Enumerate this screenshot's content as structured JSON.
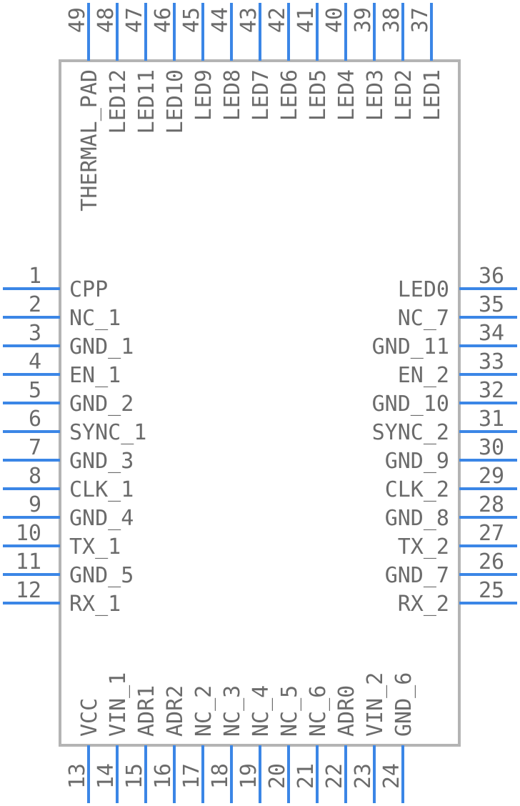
{
  "colors": {
    "pin": "#3b86e6",
    "body": "#b4b4b4",
    "text": "#6b6b6b"
  },
  "pins": {
    "left": [
      {
        "num": "1",
        "name": "CPP"
      },
      {
        "num": "2",
        "name": "NC_1"
      },
      {
        "num": "3",
        "name": "GND_1"
      },
      {
        "num": "4",
        "name": "EN_1"
      },
      {
        "num": "5",
        "name": "GND_2"
      },
      {
        "num": "6",
        "name": "SYNC_1"
      },
      {
        "num": "7",
        "name": "GND_3"
      },
      {
        "num": "8",
        "name": "CLK_1"
      },
      {
        "num": "9",
        "name": "GND_4"
      },
      {
        "num": "10",
        "name": "TX_1"
      },
      {
        "num": "11",
        "name": "GND_5"
      },
      {
        "num": "12",
        "name": "RX_1"
      }
    ],
    "right": [
      {
        "num": "36",
        "name": "LED0"
      },
      {
        "num": "35",
        "name": "NC_7"
      },
      {
        "num": "34",
        "name": "GND_11"
      },
      {
        "num": "33",
        "name": "EN_2"
      },
      {
        "num": "32",
        "name": "GND_10"
      },
      {
        "num": "31",
        "name": "SYNC_2"
      },
      {
        "num": "30",
        "name": "GND_9"
      },
      {
        "num": "29",
        "name": "CLK_2"
      },
      {
        "num": "28",
        "name": "GND_8"
      },
      {
        "num": "27",
        "name": "TX_2"
      },
      {
        "num": "26",
        "name": "GND_7"
      },
      {
        "num": "25",
        "name": "RX_2"
      }
    ],
    "bottom": [
      {
        "num": "13",
        "name": "VCC"
      },
      {
        "num": "14",
        "name": "VIN_1"
      },
      {
        "num": "15",
        "name": "ADR1"
      },
      {
        "num": "16",
        "name": "ADR2"
      },
      {
        "num": "17",
        "name": "NC_2"
      },
      {
        "num": "18",
        "name": "NC_3"
      },
      {
        "num": "19",
        "name": "NC_4"
      },
      {
        "num": "20",
        "name": "NC_5"
      },
      {
        "num": "21",
        "name": "NC_6"
      },
      {
        "num": "22",
        "name": "ADR0"
      },
      {
        "num": "23",
        "name": "VIN_2"
      },
      {
        "num": "24",
        "name": "GND_6"
      }
    ],
    "top": [
      {
        "num": "49",
        "name": "THERMAL_PAD"
      },
      {
        "num": "48",
        "name": "LED12"
      },
      {
        "num": "47",
        "name": "LED11"
      },
      {
        "num": "46",
        "name": "LED10"
      },
      {
        "num": "45",
        "name": "LED9"
      },
      {
        "num": "44",
        "name": "LED8"
      },
      {
        "num": "43",
        "name": "LED7"
      },
      {
        "num": "42",
        "name": "LED6"
      },
      {
        "num": "41",
        "name": "LED5"
      },
      {
        "num": "40",
        "name": "LED4"
      },
      {
        "num": "39",
        "name": "LED3"
      },
      {
        "num": "38",
        "name": "LED2"
      },
      {
        "num": "37",
        "name": "LED1"
      }
    ]
  }
}
